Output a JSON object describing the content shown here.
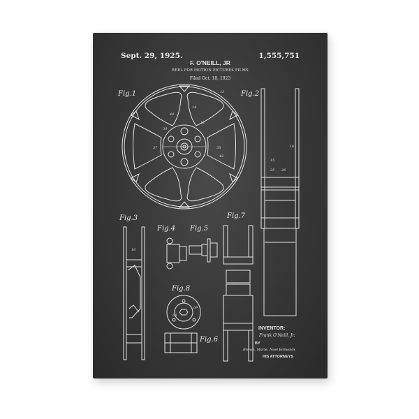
{
  "patent": {
    "date": "Sept. 29, 1925.",
    "number": "1,555,751",
    "inventor_header": "F. O'NEILL, JR",
    "title": "REEL FOR MOTION PICTURES FILMS",
    "filed": "Filed Oct. 18, 1923"
  },
  "figures": {
    "fig1": "Fig.1",
    "fig2": "Fig.2",
    "fig3": "Fig.3",
    "fig4": "Fig.4",
    "fig5": "Fig.5",
    "fig6": "Fig.6",
    "fig7": "Fig.7",
    "fig8": "Fig.8"
  },
  "signature": {
    "inventor_label": "INVENTOR:",
    "inventor_name": "Frank O'Neill, Jr.",
    "by": "BY",
    "attorneys_signature": "Brown, Marie, Noel Edmonds",
    "attorneys_label": "HIS ATTORNEYS"
  },
  "colors": {
    "chalkboard": "#3a3a3a",
    "chalk_line": "#e8e8e8",
    "page_background": "#ffffff"
  }
}
